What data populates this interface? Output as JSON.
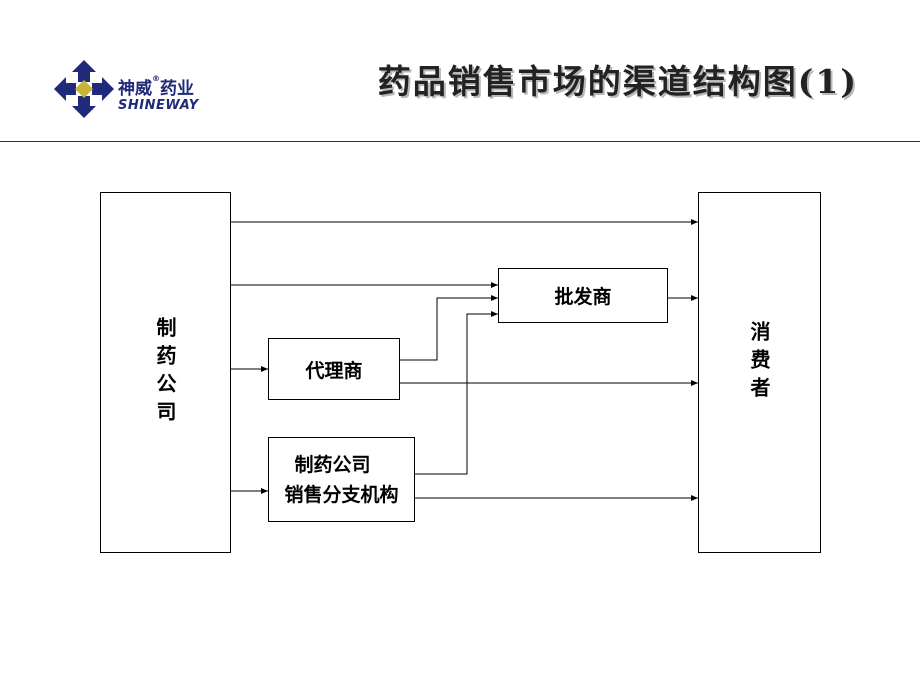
{
  "header": {
    "logo": {
      "name_cn": "神威",
      "registered": "®",
      "name_cn_2": "药业",
      "name_en": "SHINEWAY"
    },
    "title": "药品销售市场的渠道结构图(1)"
  },
  "diagram": {
    "manufacturer": "制药公司",
    "consumer": "消费者",
    "wholesaler": "批发商",
    "agent": "代理商",
    "branch_line1": "制药公司",
    "branch_line2": "销售分支机构"
  },
  "colors": {
    "logo_blue": "#1f2a7a",
    "logo_gold": "#c8b43a",
    "line": "#000000"
  }
}
